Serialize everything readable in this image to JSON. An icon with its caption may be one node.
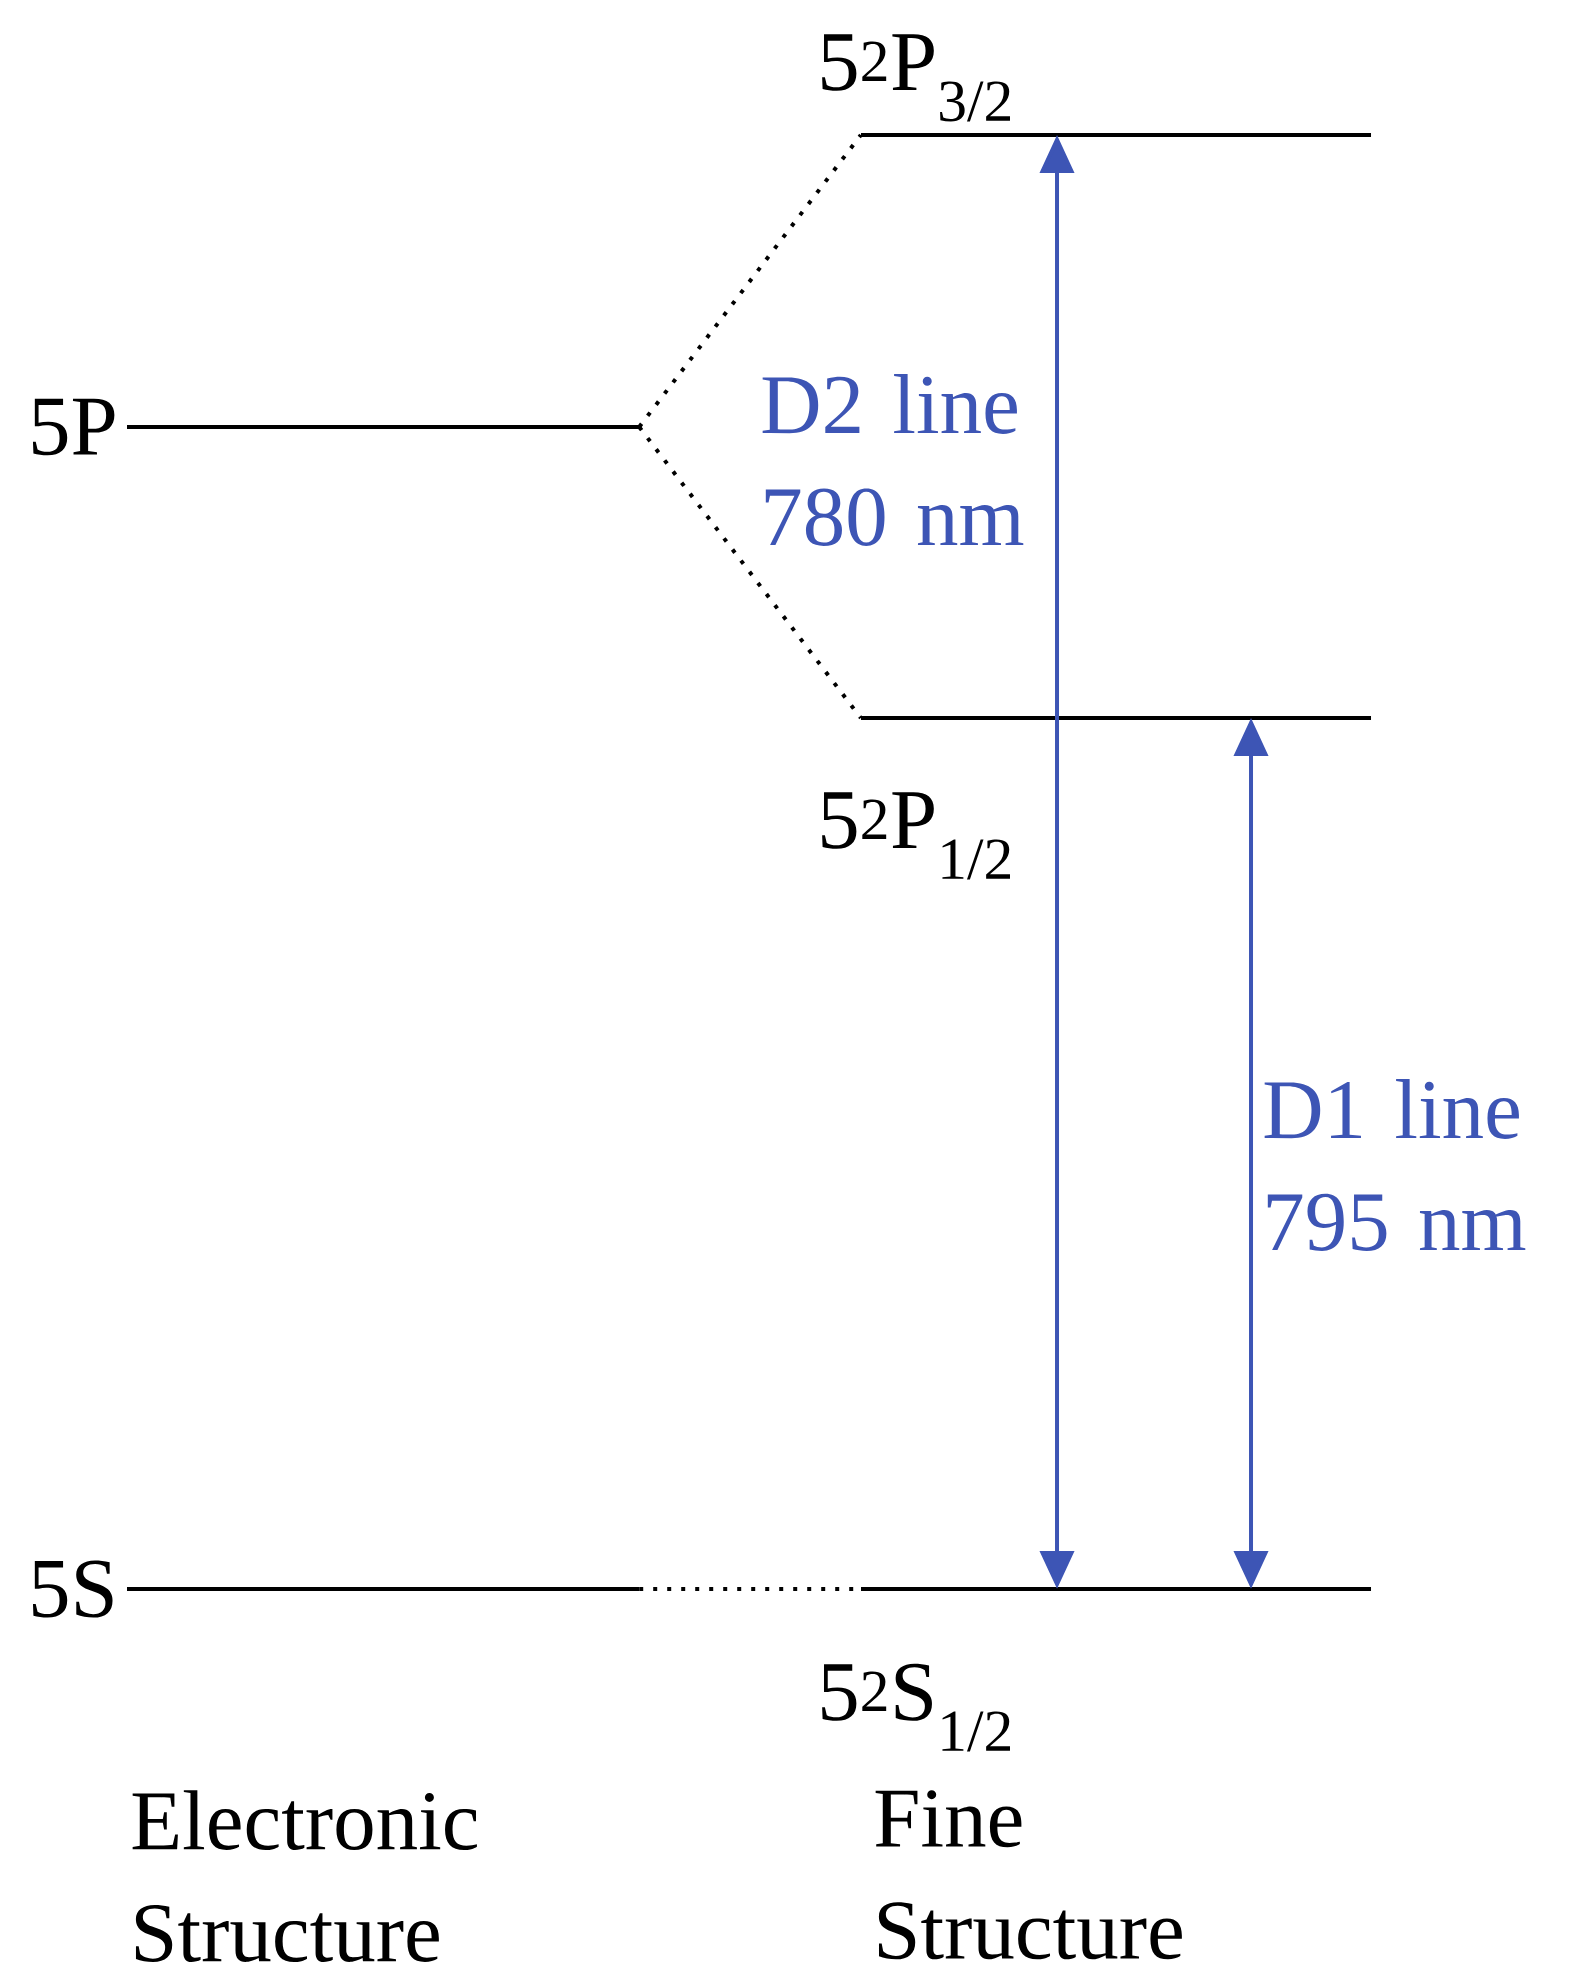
{
  "diagram": {
    "nodes": [
      {
        "text": [
          "5P"
        ]
      },
      {
        "text": [
          "5S"
        ]
      },
      {
        "text": [
          "5$^{2}$P$_{3/2}$"
        ]
      },
      {
        "text": [
          "5$^{2}$P$_{1/2}$"
        ]
      },
      {
        "text": [
          "5$^{2}$S$_{1/2}$"
        ]
      }
    ],
    "edges": [
      {
        "from": 0,
        "to": 2,
        "arrow": "none",
        "style": "dashed"
      },
      {
        "from": 0,
        "to": 3,
        "arrow": "none",
        "style": "dashed"
      },
      {
        "from": 1,
        "to": 4,
        "arrow": "none",
        "style": "dashed"
      },
      {
        "from": 4,
        "to": 2,
        "arrow": "both",
        "label": "D2 line 780 nm",
        "color": "#3d55b5"
      },
      {
        "from": 4,
        "to": 3,
        "arrow": "both",
        "label": "D1 line 795 nm",
        "color": "#3d55b5"
      }
    ],
    "labels": [
      "Electronic Structure",
      "Fine Structure"
    ]
  }
}
